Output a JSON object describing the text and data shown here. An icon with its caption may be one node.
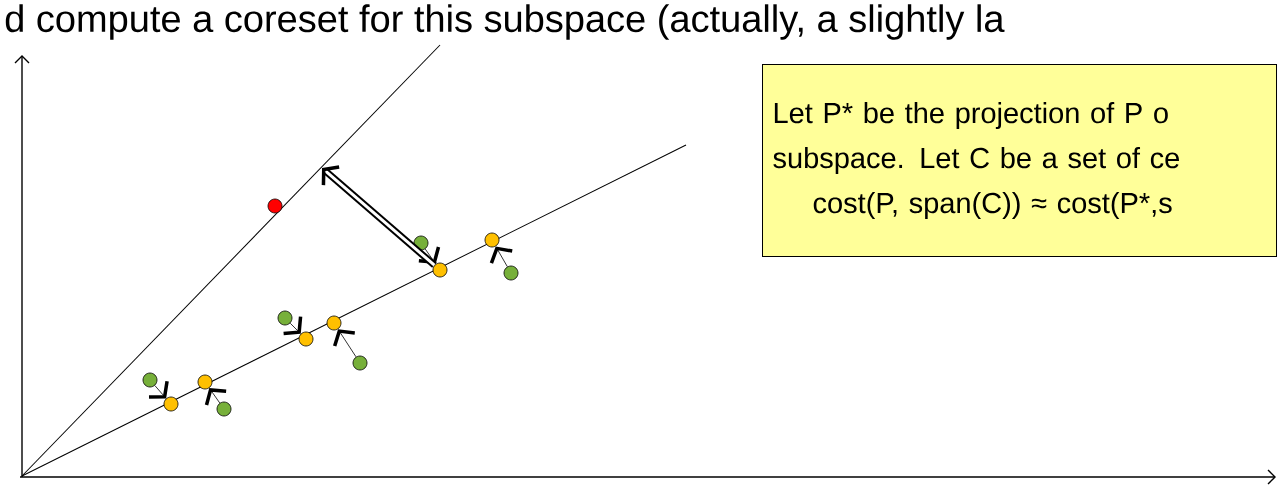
{
  "diagram": {
    "nodes": [
      {
        "text": [
          "Let P* be the projection of P o",
          "subspace. Let C be a set of ce",
          "cost(P, span(C)) ≈ cost(P*,s"
        ]
      },
      {
        "text": [],
        "shape": "circle"
      },
      {
        "text": [],
        "shape": "circle"
      },
      {
        "text": [],
        "shape": "circle"
      },
      {
        "text": [],
        "shape": "circle"
      },
      {
        "text": [],
        "shape": "circle"
      },
      {
        "text": [],
        "shape": "circle"
      },
      {
        "text": [],
        "shape": "circle"
      },
      {
        "text": [],
        "shape": "circle"
      },
      {
        "text": [],
        "shape": "circle"
      },
      {
        "text": [],
        "shape": "circle"
      },
      {
        "text": [],
        "shape": "circle"
      },
      {
        "text": [],
        "shape": "circle"
      },
      {
        "text": [],
        "shape": "circle"
      }
    ],
    "edges": [
      {
        "from": 2,
        "to": 3,
        "arrow": "to"
      },
      {
        "from": 5,
        "to": 4,
        "arrow": "to"
      },
      {
        "from": 6,
        "to": 7,
        "arrow": "to"
      },
      {
        "from": 9,
        "to": 8,
        "arrow": "to"
      },
      {
        "from": 10,
        "to": 12,
        "arrow": "to"
      },
      {
        "from": 13,
        "to": 11,
        "arrow": "to"
      },
      {
        "from": 3,
        "to": null,
        "arrow": "to",
        "style": "thick"
      }
    ],
    "labels": [
      "d compute a coreset for this subspace (actually, a slightly la"
    ]
  }
}
